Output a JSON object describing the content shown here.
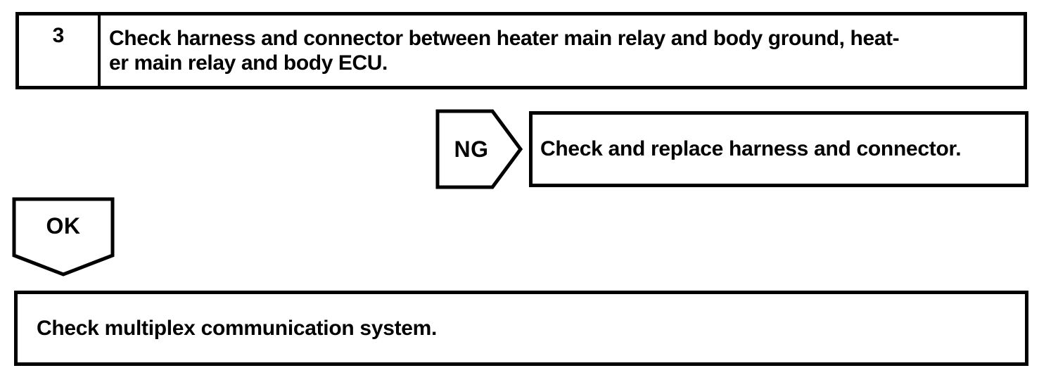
{
  "flowchart": {
    "step": {
      "number": "3",
      "instruction_line1": "Check harness and connector between heater main relay and body ground, heat-",
      "instruction_line2": "er main relay and body ECU."
    },
    "ng_branch": {
      "label": "NG",
      "action": "Check and replace harness and connector."
    },
    "ok_branch": {
      "label": "OK",
      "action": "Check multiplex communication system."
    }
  },
  "colors": {
    "line": "#000000",
    "background": "#ffffff"
  }
}
